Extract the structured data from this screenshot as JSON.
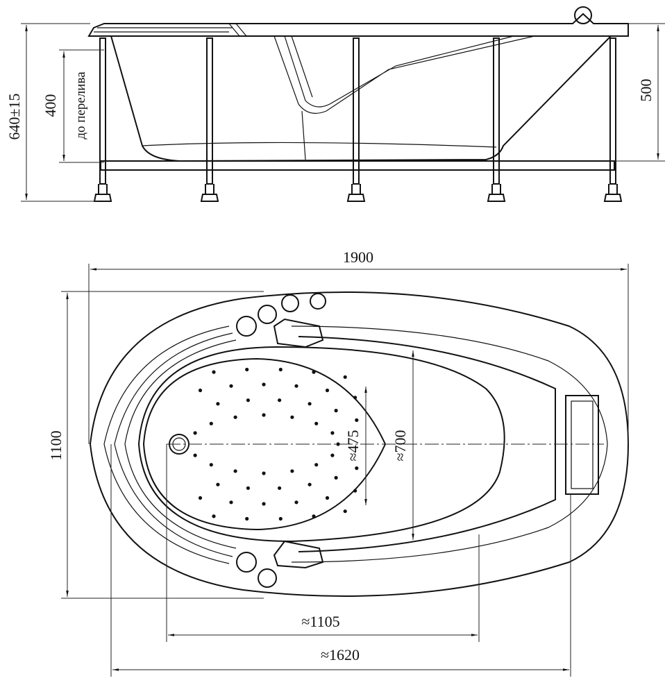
{
  "side_view": {
    "dim_total_height": "640±15",
    "dim_overflow_height": "400",
    "overflow_label": "до перелива",
    "dim_tub_depth": "500"
  },
  "plan_view": {
    "dim_length": "1900",
    "dim_width": "1100",
    "dim_inner_width": "≈475",
    "dim_bowl_width": "≈700",
    "dim_inner_length": "≈1105",
    "dim_bowl_length": "≈1620"
  },
  "colors": {
    "line": "#111111",
    "background": "#ffffff"
  }
}
